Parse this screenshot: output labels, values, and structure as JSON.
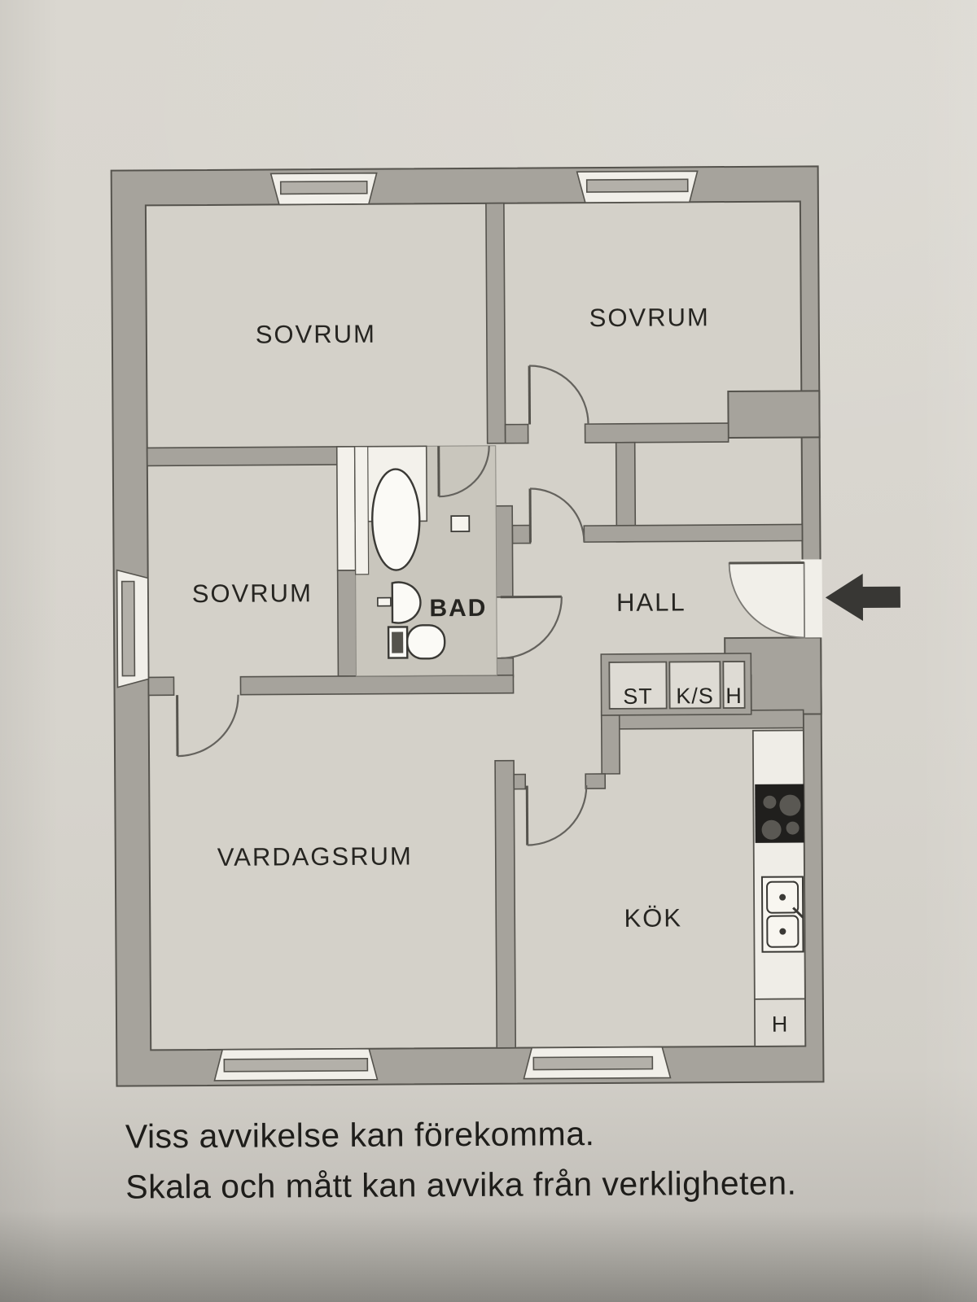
{
  "page": {
    "disclaimer": {
      "line1": "Viss avvikelse kan förekomma.",
      "line2": "Skala och mått kan avvika från verkligheten."
    }
  },
  "plan": {
    "rooms": [
      {
        "id": "sovrum-top-left",
        "label": "SOVRUM"
      },
      {
        "id": "sovrum-top-right",
        "label": "SOVRUM"
      },
      {
        "id": "sovrum-left",
        "label": "SOVRUM"
      },
      {
        "id": "hall",
        "label": "HALL"
      },
      {
        "id": "bad",
        "label": "BAD"
      },
      {
        "id": "vardagsrum",
        "label": "VARDAGSRUM"
      },
      {
        "id": "kok",
        "label": "KÖK"
      }
    ],
    "hall_closets": [
      {
        "label": "ST"
      },
      {
        "label": "K/S"
      },
      {
        "label": "H"
      }
    ],
    "kitchen_closet_label": "H",
    "fixtures": [
      "bathtub",
      "washbasin",
      "toilet",
      "stove",
      "kitchen-sink"
    ],
    "entrance_direction": "left",
    "colors": {
      "wall": "#a6a39c",
      "floor": "#d4d1c9",
      "bath_floor": "#c9c6bd",
      "line": "#55534d",
      "text": "#262521"
    }
  }
}
